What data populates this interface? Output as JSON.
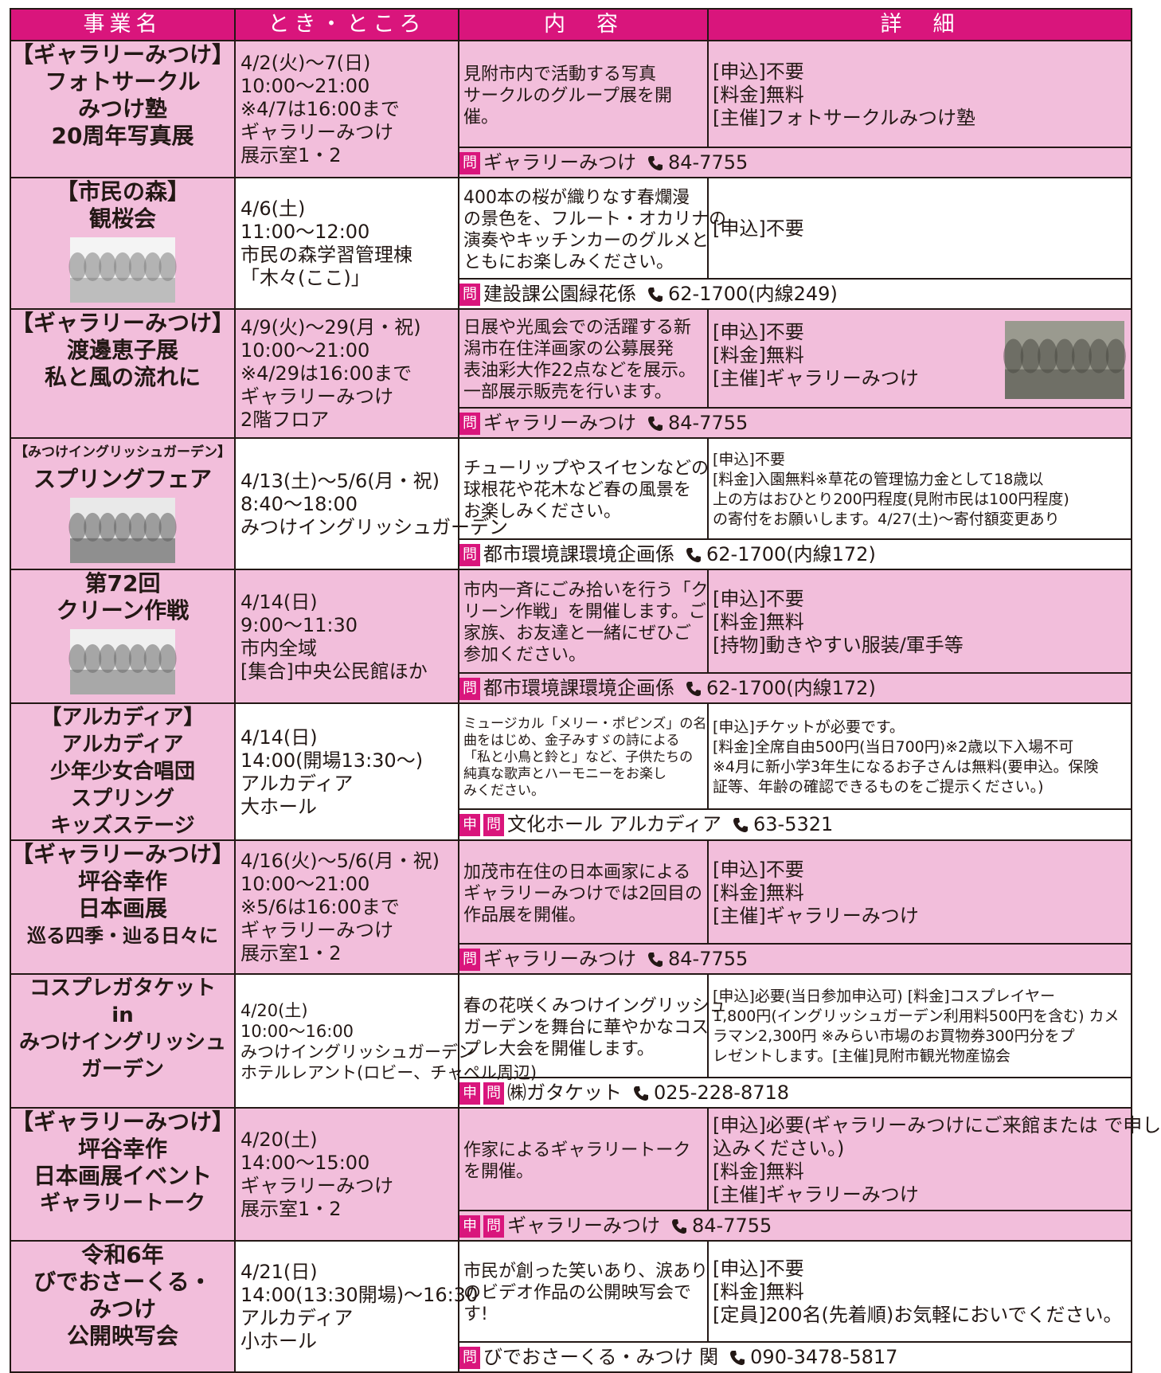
{
  "headers": [
    "事業名",
    "とき・ところ",
    "内　容",
    "詳　細"
  ],
  "events": [
    {
      "name": [
        "【ギャラリーみつけ】",
        "フォトサークル",
        "みつけ塾",
        "20周年写真展"
      ],
      "when": [
        "4/2(火)～7(日)",
        "10:00～21:00",
        "※4/7は16:00まで",
        "ギャラリーみつけ",
        "展示室1・2"
      ],
      "content": [
        "見附市内で活動する写真",
        "サークルのグループ展を開",
        "催。"
      ],
      "details": [
        "[申込]不要",
        "[料金]無料",
        "[主催]フォトサークルみつけ塾"
      ],
      "contact": {
        "tags": [
          "問"
        ],
        "text": "ギャラリーみつけ",
        "tel": "84-7755"
      }
    },
    {
      "name": [
        "【市民の森】",
        "観桜会"
      ],
      "photo": "cherry-blossom-photo",
      "when": [
        "4/6(土)",
        "11:00～12:00",
        "市民の森学習管理棟",
        "「木々(ここ)」"
      ],
      "content": [
        "400本の桜が織りなす春爛漫",
        "の景色を、フルート・オカリナの",
        "演奏やキッチンカーのグルメと",
        "ともにお楽しみください。"
      ],
      "details": [
        "[申込]不要"
      ],
      "contact": {
        "tags": [
          "問"
        ],
        "text": "建設課公園緑花係",
        "tel": "62-1700(内線249)"
      }
    },
    {
      "name": [
        "【ギャラリーみつけ】",
        "渡邊恵子展",
        "私と風の流れに"
      ],
      "when": [
        "4/9(火)～29(月・祝)",
        "10:00～21:00",
        "※4/29は16:00まで",
        "ギャラリーみつけ",
        "2階フロア"
      ],
      "content": [
        "日展や光風会での活躍する新",
        "潟市在住洋画家の公募展発",
        "表油彩大作22点などを展示。",
        "一部展示販売を行います。"
      ],
      "details": [
        "[申込]不要",
        "[料金]無料",
        "[主催]ギャラリーみつけ"
      ],
      "detail_photo": "oil-painting-photo",
      "contact": {
        "tags": [
          "問"
        ],
        "text": "ギャラリーみつけ",
        "tel": "84-7755"
      }
    },
    {
      "name": [
        "【みつけイングリッシュガーデン】",
        "スプリングフェア"
      ],
      "photo": "garden-tulip-photo",
      "when": [
        "4/13(土)～5/6(月・祝)",
        "8:40～18:00",
        "みつけイングリッシュガーデン"
      ],
      "content": [
        "チューリップやスイセンなどの",
        "球根花や花木など春の風景を",
        "お楽しみください。"
      ],
      "details": [
        "[申込]不要",
        "[料金]入園無料※草花の管理協力金として18歳以",
        "上の方はおひとり200円程度(見附市民は100円程度)",
        "の寄付をお願いします。4/27(土)～寄付額変更あり"
      ],
      "contact": {
        "tags": [
          "問"
        ],
        "text": "都市環境課環境企画係",
        "tel": "62-1700(内線172)"
      }
    },
    {
      "name": [
        "第72回",
        "クリーン作戦"
      ],
      "photo": "cleanup-river-photo",
      "when": [
        "4/14(日)",
        "9:00～11:30",
        "市内全域",
        "[集合]中央公民館ほか"
      ],
      "content": [
        "市内一斉にごみ拾いを行う「ク",
        "リーン作戦」を開催します。ご",
        "家族、お友達と一緒にぜひご",
        "参加ください。"
      ],
      "details": [
        "[申込]不要",
        "[料金]無料",
        "[持物]動きやすい服装/軍手等"
      ],
      "contact": {
        "tags": [
          "問"
        ],
        "text": "都市環境課環境企画係",
        "tel": "62-1700(内線172)"
      }
    },
    {
      "name": [
        "【アルカディア】",
        "アルカディア",
        "少年少女合唱団",
        "スプリング",
        "キッズステージ"
      ],
      "when": [
        "4/14(日)",
        "14:00(開場13:30～)",
        "アルカディア",
        "大ホール"
      ],
      "content": [
        "ミュージカル「メリー・ポピンズ」の名",
        "曲をはじめ、金子みすゞの詩による",
        "「私と小鳥と鈴と」など、子供たちの",
        "純真な歌声とハーモニーをお楽し",
        "みください。"
      ],
      "details": [
        "[申込]チケットが必要です。",
        "[料金]全席自由500円(当日700円)※2歳以下入場不可",
        "※4月に新小学3年生になるお子さんは無料(要申込。保険",
        "証等、年齢の確認できるものをご提示ください。)"
      ],
      "contact": {
        "tags": [
          "申",
          "問"
        ],
        "text": "文化ホール アルカディア",
        "tel": "63-5321"
      }
    },
    {
      "name": [
        "【ギャラリーみつけ】",
        "坪谷幸作",
        "日本画展",
        "巡る四季・辿る日々に"
      ],
      "when": [
        "4/16(火)～5/6(月・祝)",
        "10:00～21:00",
        "※5/6は16:00まで",
        "ギャラリーみつけ",
        "展示室1・2"
      ],
      "content": [
        "加茂市在住の日本画家による",
        "ギャラリーみつけでは2回目の",
        "作品展を開催。"
      ],
      "details": [
        "[申込]不要",
        "[料金]無料",
        "[主催]ギャラリーみつけ"
      ],
      "contact": {
        "tags": [
          "問"
        ],
        "text": "ギャラリーみつけ",
        "tel": "84-7755"
      }
    },
    {
      "name": [
        "コスプレガタケット",
        "in",
        "みつけイングリッシュ",
        "ガーデン"
      ],
      "when": [
        "4/20(土)",
        "10:00～16:00",
        "みつけイングリッシュガーデン",
        "ホテルレアント(ロビー、チャペル周辺)"
      ],
      "content": [
        "春の花咲くみつけイングリッシュ",
        "ガーデンを舞台に華やかなコス",
        "プレ大会を開催します。"
      ],
      "details": [
        "[申込]必要(当日参加申込可) [料金]コスプレイヤー",
        "1,800円(イングリッシュガーデン利用料500円を含む) カメ",
        "ラマン2,300円 ※みらい市場のお買物券300円分をプ",
        "レゼントします。[主催]見附市観光物産協会"
      ],
      "contact": {
        "tags": [
          "申",
          "問"
        ],
        "text": "㈱ガタケット",
        "tel": "025-228-8718"
      }
    },
    {
      "name": [
        "【ギャラリーみつけ】",
        "坪谷幸作",
        "日本画展イベント",
        "ギャラリートーク"
      ],
      "when": [
        "4/20(土)",
        "14:00～15:00",
        "ギャラリーみつけ",
        "展示室1・2"
      ],
      "content": [
        "作家によるギャラリートーク",
        "を開催。"
      ],
      "details": [
        "[申込]必要(ギャラリーみつけにご来館または で申し",
        "込みください。)",
        "[料金]無料",
        "[主催]ギャラリーみつけ"
      ],
      "contact": {
        "tags": [
          "申",
          "問"
        ],
        "text": "ギャラリーみつけ",
        "tel": "84-7755"
      }
    },
    {
      "name": [
        "令和6年",
        "びでおさーくる・",
        "みつけ",
        "公開映写会"
      ],
      "when": [
        "4/21(日)",
        "14:00(13:30開場)～16:30",
        "アルカディア",
        "小ホール"
      ],
      "content": [
        "市民が創った笑いあり、涙あり",
        "のビデオ作品の公開映写会で",
        "す!"
      ],
      "details": [
        "[申込]不要",
        "[料金]無料",
        "[定員]200名(先着順)お気軽においでください。"
      ],
      "contact": {
        "tags": [
          "問"
        ],
        "text": "びでおさーくる・みつけ 関",
        "tel": "090-3478-5817"
      }
    }
  ],
  "colors": {
    "accent": "#d9157c",
    "row_pink": "#f2bedb",
    "ink": "#231815"
  },
  "icons": {
    "contact_tag": "inquiry-tag",
    "phone": "phone-icon"
  }
}
